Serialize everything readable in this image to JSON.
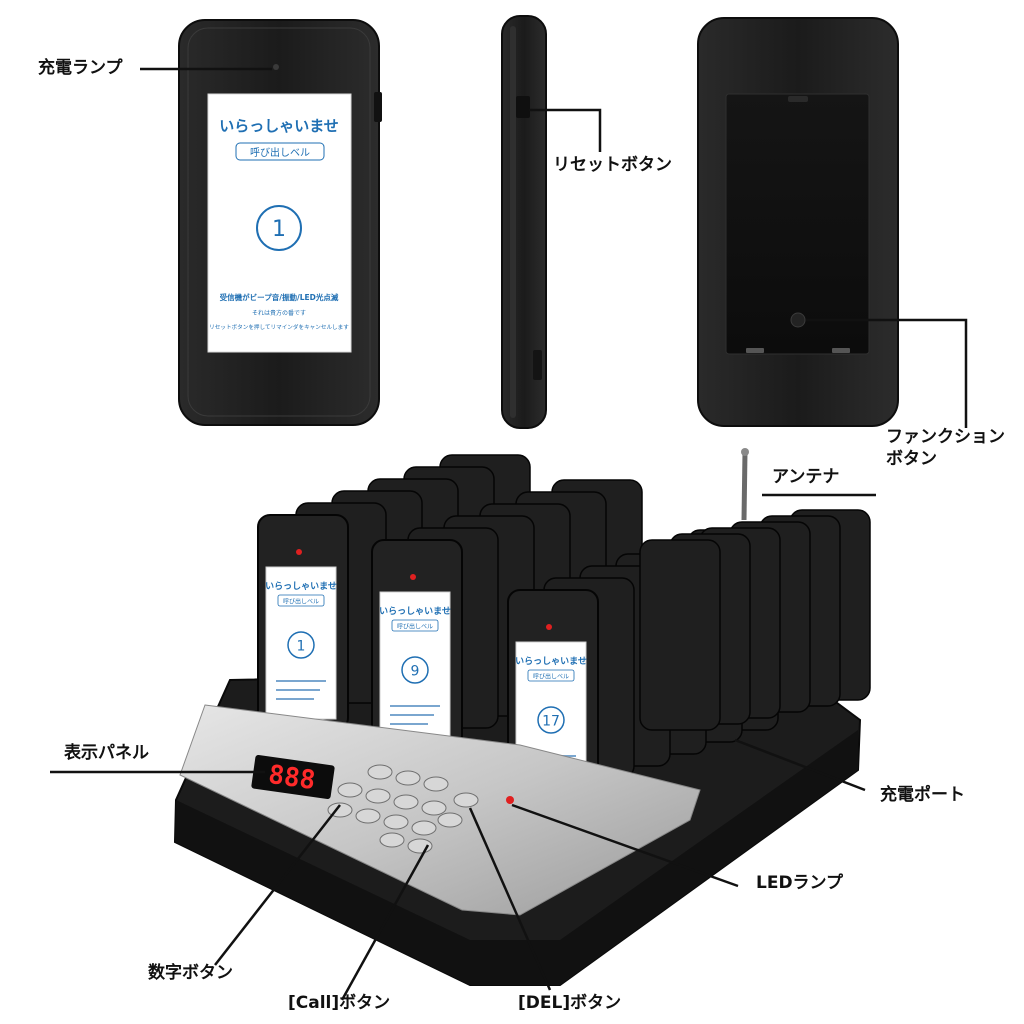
{
  "labels": {
    "charge_lamp": "充電ランプ",
    "reset_button": "リセットボタン",
    "function_button_line1": "ファンクション",
    "function_button_line2": "ボタン",
    "antenna": "アンテナ",
    "display_panel": "表示パネル",
    "charging_port": "充電ポート",
    "led_lamp": "LEDランプ",
    "number_button": "数字ボタン",
    "call_button": "[Call]ボタン",
    "del_button": "[DEL]ボタン"
  },
  "pager_screen": {
    "welcome": "いらっしゃいませ",
    "badge": "呼び出しベル",
    "number": "1",
    "line1": "受信機がビープ音/振動/LED光点滅",
    "line2": "それは貴方の番です",
    "line3": "リセットボタンを押してリマインダをキャンセルします"
  },
  "base_pagers": [
    {
      "welcome": "いらっしゃいませ",
      "badge": "呼び出しベル",
      "number": "1"
    },
    {
      "welcome": "いらっしゃいませ",
      "badge": "呼び出しベル",
      "number": "9"
    },
    {
      "welcome": "いらっしゃいませ",
      "badge": "呼び出しベル",
      "number": "17"
    }
  ],
  "display": {
    "digits": "888"
  },
  "colors": {
    "device_body": "#1e1e1e",
    "screen_bg": "#ffffff",
    "screen_text": "#1f6fb3",
    "led_red": "#e02020",
    "display_red": "#ff2a2a",
    "panel_silver": "#c8c8c8"
  }
}
